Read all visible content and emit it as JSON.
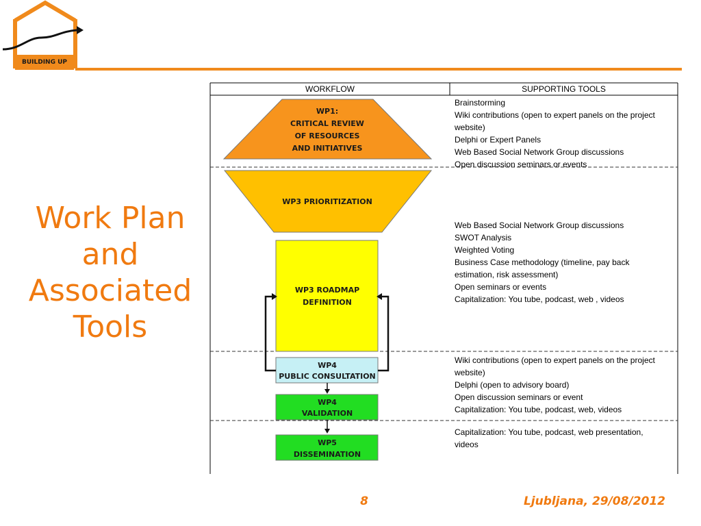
{
  "logo": {
    "text": "BUILDING UP",
    "house_color": "#f08a1c"
  },
  "title_lines": [
    "Work Plan",
    "and",
    "Associated",
    "Tools"
  ],
  "table": {
    "headers": [
      "WORKFLOW",
      "SUPPORTING  TOOLS"
    ],
    "rows": [
      {
        "tools": [
          "Brainstorming",
          "Wiki contributions (open to expert panels on the project",
          "website)",
          "Delphi or Expert Panels",
          "Web Based Social Network Group discussions",
          "Open discussion seminars or events"
        ]
      },
      {
        "tools": [
          "Web Based Social Network Group discussions",
          "SWOT Analysis",
          "Weighted Voting",
          "Business Case methodology (timeline, pay back",
          "estimation, risk assessment)",
          "Open  seminars or events",
          "Capitalization: You tube, podcast, web , videos"
        ]
      },
      {
        "tools": [
          "Wiki contributions (open to expert panels on the project",
          "website)",
          "Delphi (open to advisory board)",
          "Open discussion seminars or event",
          "Capitalization: You tube, podcast, web, videos"
        ]
      },
      {
        "tools": [
          "Capitalization: You tube, podcast, web presentation,",
          "videos"
        ]
      }
    ]
  },
  "workflow": {
    "wp1": {
      "lines": [
        "WP1:",
        "CRITICAL REVIEW",
        "OF RESOURCES",
        "AND INITIATIVES"
      ],
      "color": "#f7941d"
    },
    "wp3_prioritization": {
      "lines": [
        "WP3 PRIORITIZATION"
      ],
      "color": "#ffc000"
    },
    "wp3_roadmap": {
      "lines": [
        "WP3 ROADMAP",
        "DEFINITION"
      ],
      "color": "#ffff00"
    },
    "wp4_consultation": {
      "lines": [
        "WP4",
        "PUBLIC CONSULTATION"
      ],
      "color": "#c6f0f5"
    },
    "wp4_validation": {
      "lines": [
        "WP4",
        "VALIDATION"
      ],
      "color": "#22dd22"
    },
    "wp5_dissemination": {
      "lines": [
        "WP5",
        "DISSEMINATION"
      ],
      "color": "#22dd22"
    }
  },
  "footer": {
    "page": "8",
    "place_date": "Ljubljana, 29/08/2012"
  },
  "colors": {
    "accent": "#f07a10"
  }
}
